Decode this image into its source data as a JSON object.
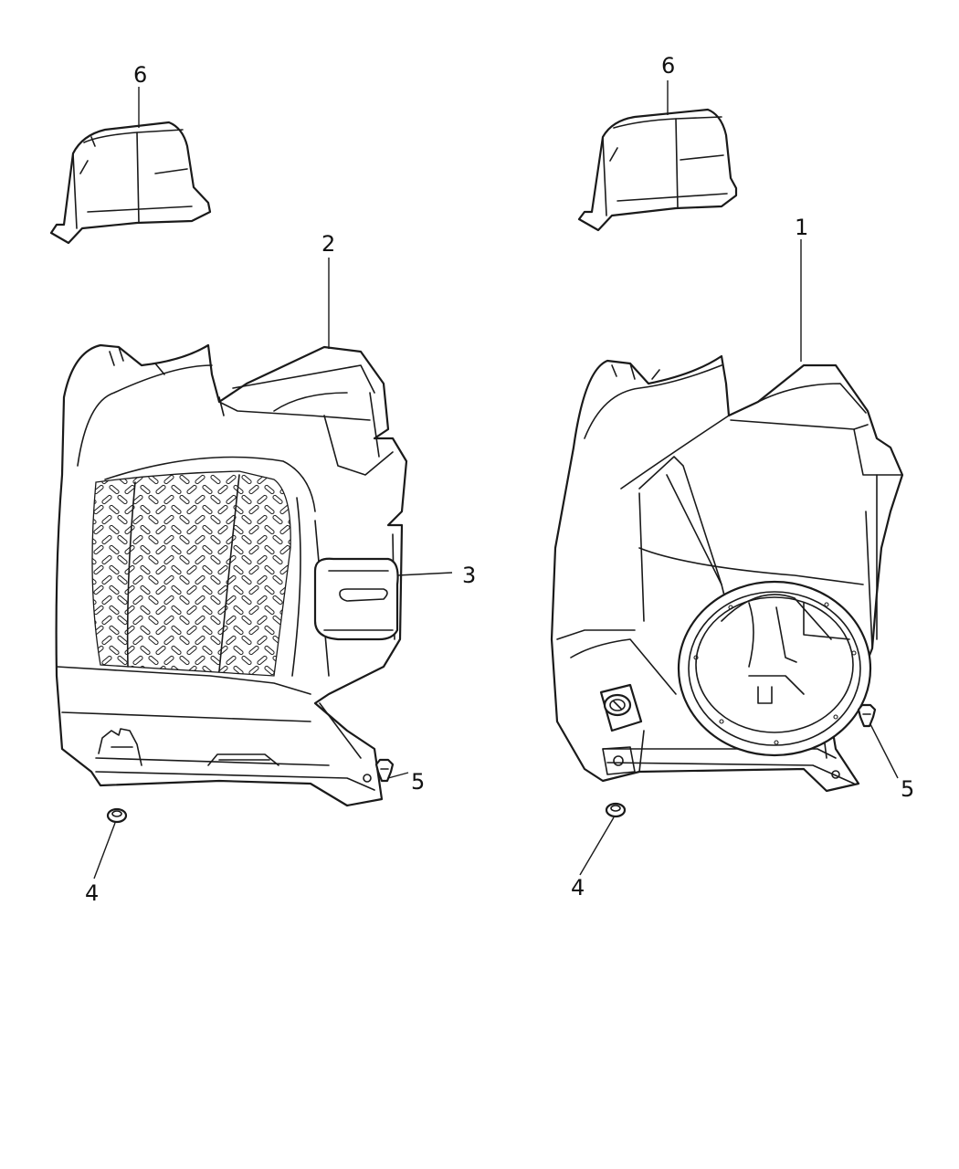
{
  "callouts": {
    "left_cap": "6",
    "right_cap": "6",
    "left_panel": "2",
    "right_panel": "1",
    "mat_insert": "3",
    "left_nut": "4",
    "right_nut": "4",
    "left_stud": "5",
    "right_stud": "5"
  }
}
